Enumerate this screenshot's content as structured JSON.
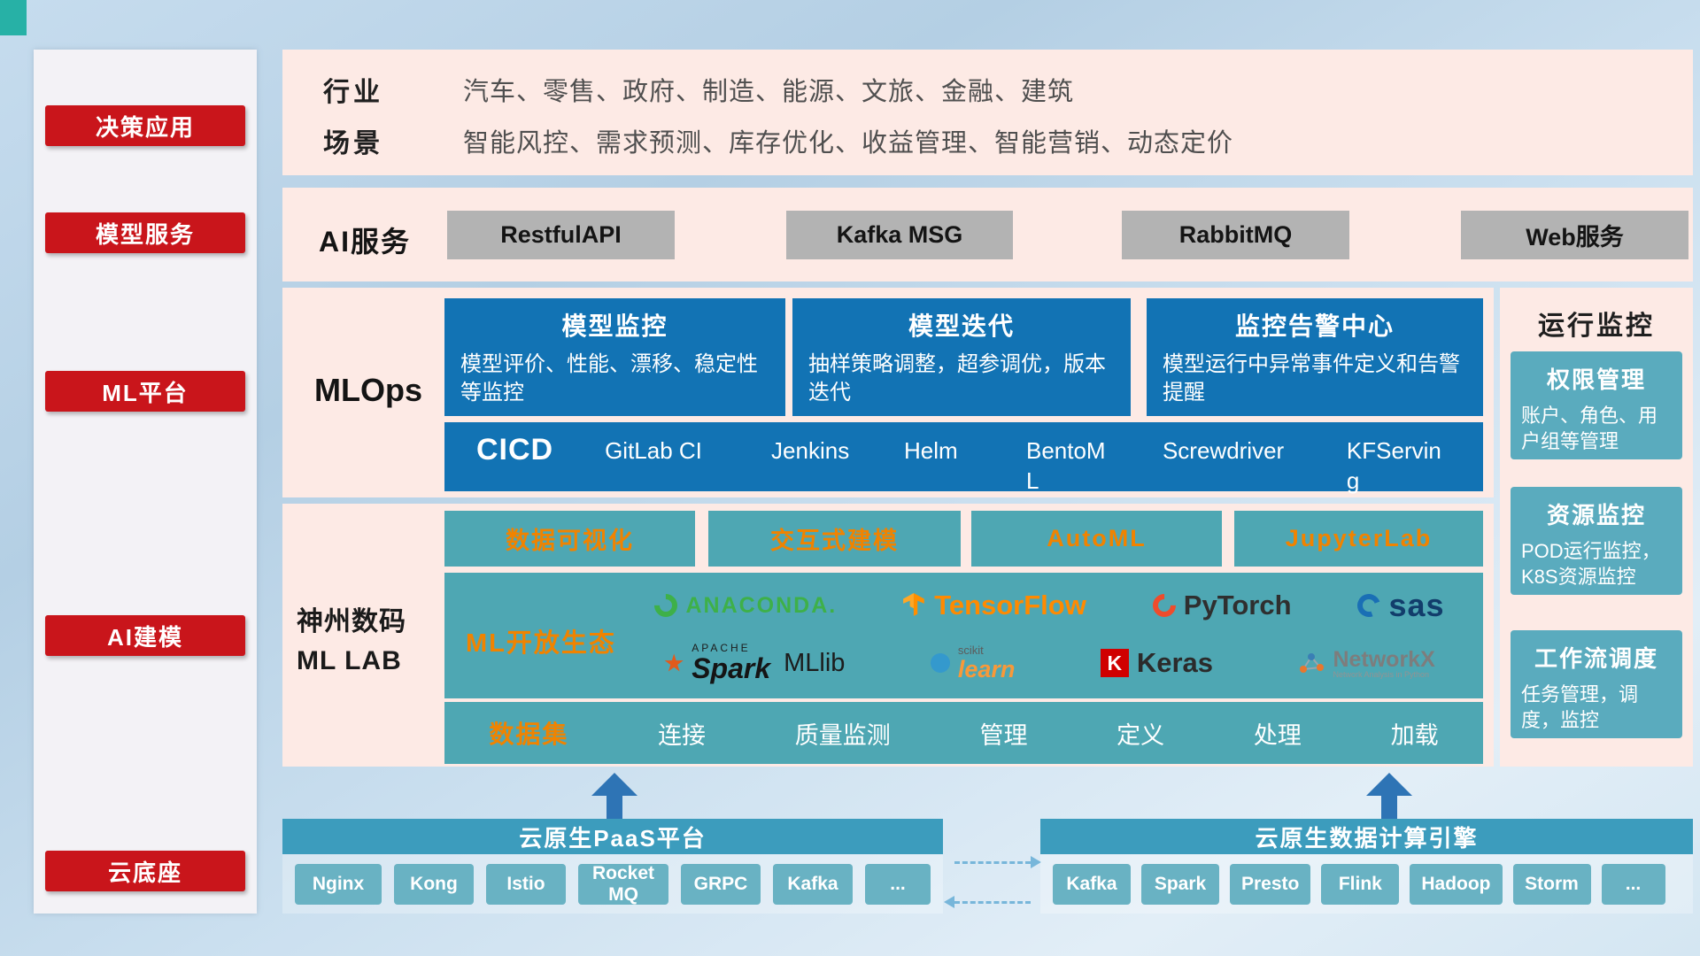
{
  "colors": {
    "accent_red": "#c9151b",
    "blue_card": "#1273b4",
    "teal_box": "#4ea7b3",
    "teal_chip": "#69b2c3",
    "orange_accent": "#f08300",
    "band_pink": "#fdeae5"
  },
  "sidebar": {
    "items": [
      {
        "label": "决策应用"
      },
      {
        "label": "模型服务"
      },
      {
        "label": "ML平台"
      },
      {
        "label": "AI建模"
      },
      {
        "label": "云底座"
      }
    ]
  },
  "industry": {
    "rows": [
      {
        "label": "行业",
        "text": "汽车、零售、政府、制造、能源、文旅、金融、建筑"
      },
      {
        "label": "场景",
        "text": "智能风控、需求预测、库存优化、收益管理、智能营销、动态定价"
      }
    ]
  },
  "ai_service": {
    "label": "AI服务",
    "buttons": [
      "RestfulAPI",
      "Kafka MSG",
      "RabbitMQ",
      "Web服务"
    ]
  },
  "mlops": {
    "label": "MLOps",
    "cards": [
      {
        "title": "模型监控",
        "desc": "模型评价、性能、漂移、稳定性等监控"
      },
      {
        "title": "模型迭代",
        "desc": "抽样策略调整，超参调优，版本迭代"
      },
      {
        "title": "监控告警中心",
        "desc": "模型运行中异常事件定义和告警提醒"
      }
    ],
    "cicd": {
      "label": "CICD",
      "items": [
        "GitLab CI",
        "Jenkins",
        "Helm",
        "BentoML",
        "Screwdriver",
        "KFServing"
      ]
    }
  },
  "monitor": {
    "title": "运行监控",
    "cards": [
      {
        "title": "权限管理",
        "desc": "账户、角色、用户组等管理"
      },
      {
        "title": "资源监控",
        "desc": "POD运行监控，K8S资源监控"
      },
      {
        "title": "工作流调度",
        "desc": "任务管理，调度，监控"
      }
    ]
  },
  "mllab": {
    "label_line1": "神州数码",
    "label_line2": "ML LAB",
    "tools": [
      "数据可视化",
      "交互式建模",
      "AutoML",
      "JupyterLab"
    ],
    "eco": {
      "label": "ML开放生态",
      "logos": {
        "anaconda": "ANACONDA.",
        "tensorflow": "TensorFlow",
        "pytorch": "PyTorch",
        "sas": "sas",
        "spark_apache": "APACHE",
        "spark": "Spark",
        "mllib": "MLlib",
        "scikit_top": "scikit",
        "scikit": "learn",
        "keras_k": "K",
        "keras": "Keras",
        "networkx": "NetworkX",
        "networkx_sub": "Network Analysis in Python"
      }
    },
    "data": {
      "label": "数据集",
      "items": [
        "连接",
        "质量监测",
        "管理",
        "定义",
        "处理",
        "加载"
      ]
    }
  },
  "bottom": {
    "paas": {
      "title": "云原生PaaS平台",
      "items": [
        "Nginx",
        "Kong",
        "Istio",
        "RocketMQ",
        "GRPC",
        "Kafka",
        "..."
      ]
    },
    "engine": {
      "title": "云原生数据计算引擎",
      "items": [
        "Kafka",
        "Spark",
        "Presto",
        "Flink",
        "Hadoop",
        "Storm",
        "..."
      ]
    }
  }
}
